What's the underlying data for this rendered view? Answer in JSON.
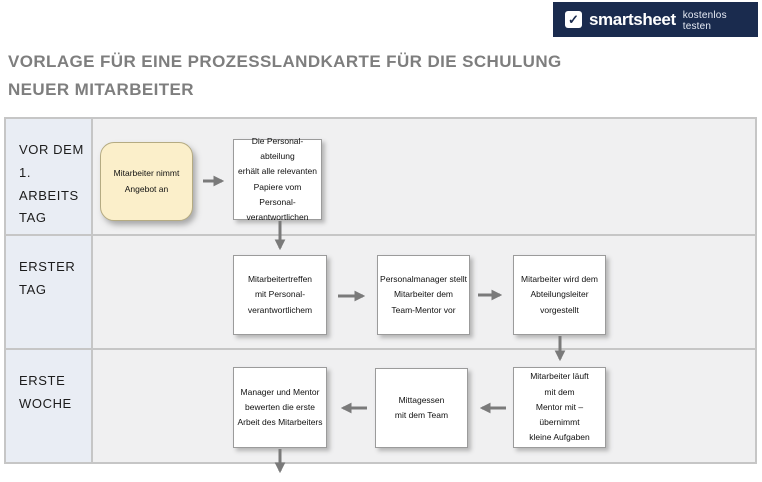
{
  "logo": {
    "brand": "smartsheet",
    "tagline": "kostenlos testen",
    "icon": "checkmark-icon",
    "bg_color": "#1a2b4e"
  },
  "title": "VORLAGE FÜR EINE PROZESSLANDKARTE FÜR DIE SCHULUNG NEUER MITARBEITER",
  "colors": {
    "title_text": "#7e7e7e",
    "lane_label_bg": "#e9edf4",
    "lane_content_bg": "#f0f0f1",
    "grid_border": "#c6c6c6",
    "box_bg": "#ffffff",
    "box_border": "#9b9b9b",
    "start_box_bg": "#fbefca",
    "start_box_border": "#b5ab82",
    "arrow": "#7a7a7a"
  },
  "lanes": [
    {
      "label": "VOR DEM 1. ARBEITSTAG"
    },
    {
      "label": "ERSTER TAG"
    },
    {
      "label": "ERSTE WOCHE"
    }
  ],
  "nodes": {
    "offer": {
      "lane": "VOR DEM 1. ARBEITSTAG",
      "type": "start",
      "text": "Mitarbeiter nimmt\nAngebot an"
    },
    "papers": {
      "lane": "VOR DEM 1. ARBEITSTAG",
      "type": "process",
      "text": "Die Personal-abteilung\nerhält alle relevanten\nPapiere vom Personal-\nverantwortlichen"
    },
    "meeting": {
      "lane": "ERSTER TAG",
      "type": "process",
      "text": "Mitarbeitertreffen\nmit Personal-\nverantwortlichem"
    },
    "mentor": {
      "lane": "ERSTER TAG",
      "type": "process",
      "text": "Personalmanager stellt\nMitarbeiter dem\nTeam-Mentor vor"
    },
    "depthead": {
      "lane": "ERSTER TAG",
      "type": "process",
      "text": "Mitarbeiter wird dem\nAbteilungsleiter\nvorgestellt"
    },
    "review": {
      "lane": "ERSTE WOCHE",
      "type": "process",
      "text": "Manager und Mentor\nbewerten die erste\nArbeit des Mitarbeiters"
    },
    "lunch": {
      "lane": "ERSTE WOCHE",
      "type": "process",
      "text": "Mittagessen\nmit dem Team"
    },
    "shadow": {
      "lane": "ERSTE WOCHE",
      "type": "process",
      "text": "Mitarbeiter läuft\nmit dem\nMentor mit – übernimmt\nkleine Aufgaben"
    }
  },
  "connections": [
    {
      "from": "offer",
      "to": "papers",
      "direction": "right"
    },
    {
      "from": "papers",
      "to": "meeting",
      "direction": "down"
    },
    {
      "from": "meeting",
      "to": "mentor",
      "direction": "right"
    },
    {
      "from": "mentor",
      "to": "depthead",
      "direction": "right"
    },
    {
      "from": "depthead",
      "to": "shadow",
      "direction": "down"
    },
    {
      "from": "shadow",
      "to": "lunch",
      "direction": "left"
    },
    {
      "from": "lunch",
      "to": "review",
      "direction": "left"
    },
    {
      "from": "review",
      "to": "next",
      "direction": "down"
    }
  ]
}
